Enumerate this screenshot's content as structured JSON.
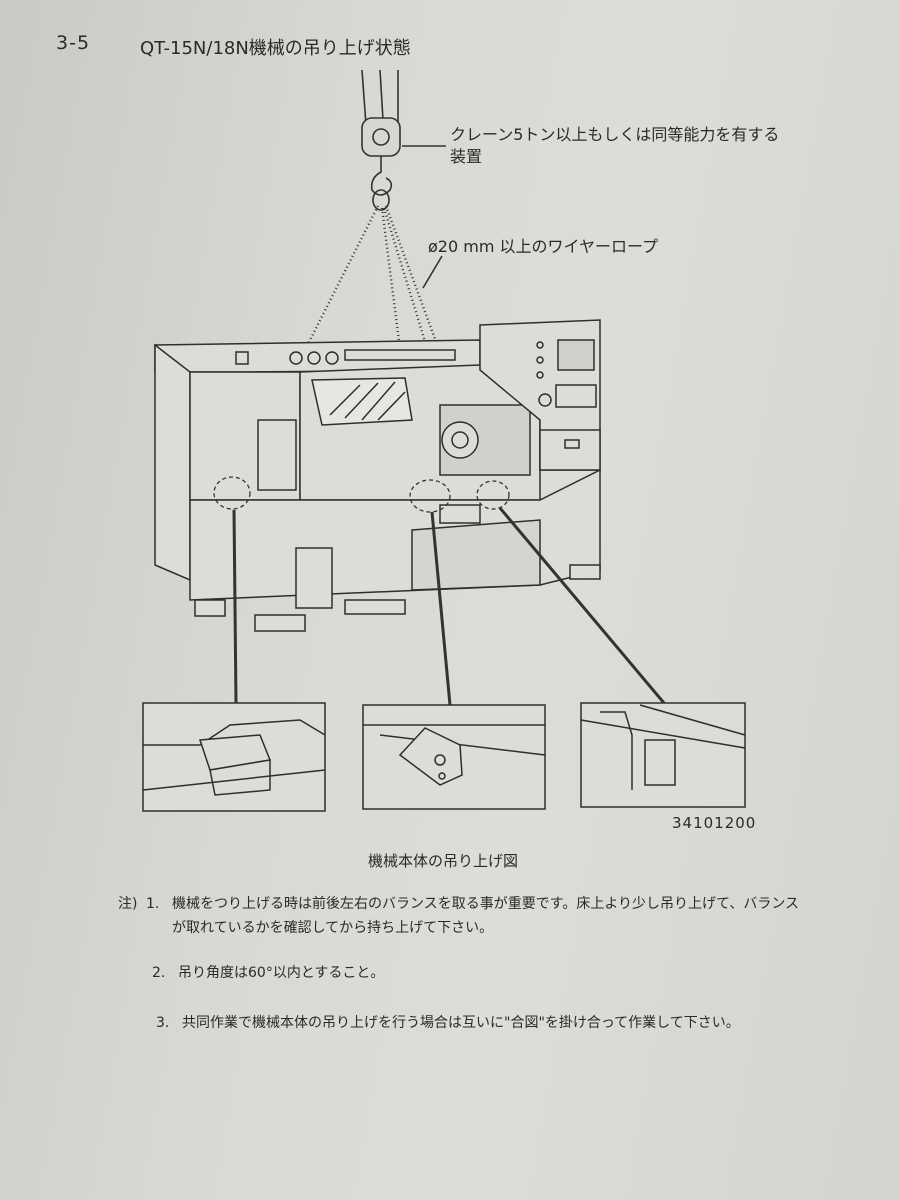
{
  "header": {
    "section_number": "3-5",
    "title": "QT-15N/18N機械の吊り上げ状態"
  },
  "figure": {
    "crane_label": "クレーン5トン以上もしくは同等能力を有する装置",
    "rope_label": "ø20 mm 以上のワイヤーロープ",
    "figure_number": "34101200",
    "caption": "機械本体の吊り上げ図"
  },
  "notes": {
    "prefix": "注)",
    "items": [
      {
        "num": "1.",
        "text": "機械をつり上げる時は前後左右のバランスを取る事が重要です。床上より少し吊り上げて、バランスが取れているかを確認してから持ち上げて下さい。"
      },
      {
        "num": "2.",
        "text": "吊り角度は60°以内とすること。"
      },
      {
        "num": "3.",
        "text": "共同作業で機械本体の吊り上げを行う場合は互いに\"合図\"を掛け合って作業して下さい。"
      }
    ]
  }
}
